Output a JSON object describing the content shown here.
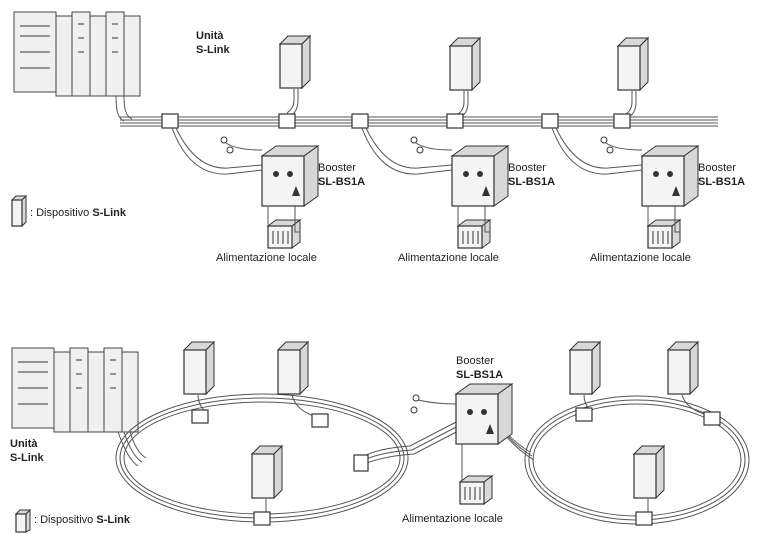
{
  "top": {
    "unit": {
      "line1": "Unità",
      "line2": "S-Link"
    },
    "booster_word": "Booster",
    "booster_model": "SL-BS1A",
    "local_power": "Alimentazione locale",
    "legend": {
      "prefix": ": Dispositivo ",
      "bold": "S-Link"
    }
  },
  "bottom": {
    "unit": {
      "line1": "Unità",
      "line2": "S-Link"
    },
    "booster_word": "Booster",
    "booster_model": "SL-BS1A",
    "local_power": "Alimentazione locale",
    "legend": {
      "prefix": ": Dispositivo ",
      "bold": "S-Link"
    }
  }
}
